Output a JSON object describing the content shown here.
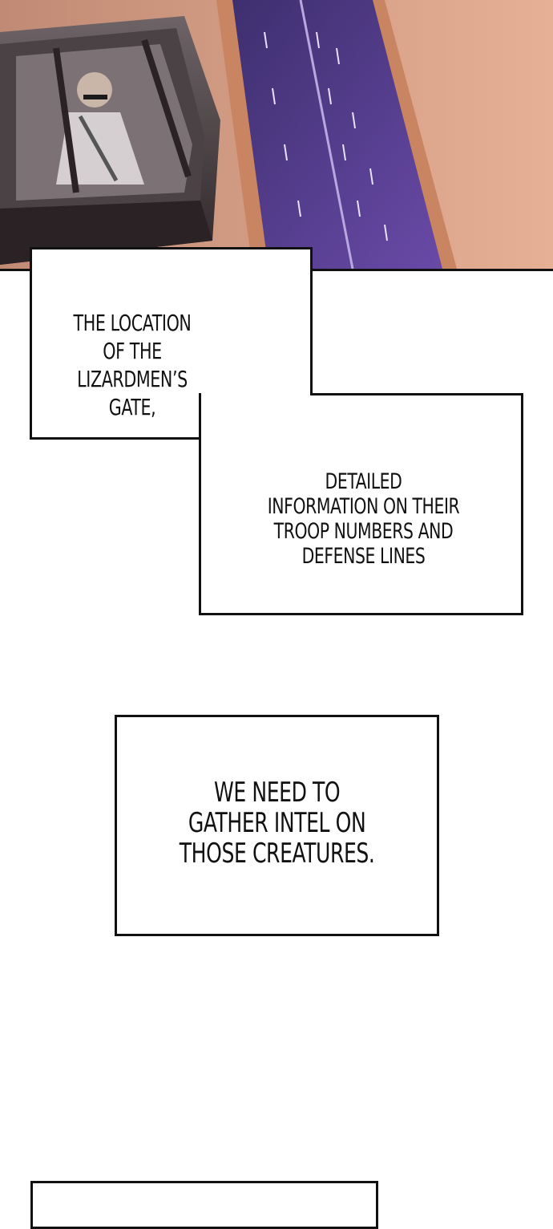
{
  "panels": {
    "art": {
      "icon": "car-on-road-illustration"
    }
  },
  "captions": {
    "first": {
      "lines": [
        "THE LOCATION",
        "OF THE LIZARDMEN’S",
        "GATE,"
      ]
    },
    "second": {
      "lines": [
        "DETAILED",
        "INFORMATION ON THEIR",
        "TROOP NUMBERS AND",
        "DEFENSE LINES"
      ]
    },
    "third": {
      "lines": [
        "WE NEED TO",
        "GATHER INTEL ON",
        "THOSE CREATURES."
      ]
    }
  },
  "colors": {
    "road": "#5a3f8f",
    "page_background": "#ffffff",
    "caption_border": "#111111"
  }
}
